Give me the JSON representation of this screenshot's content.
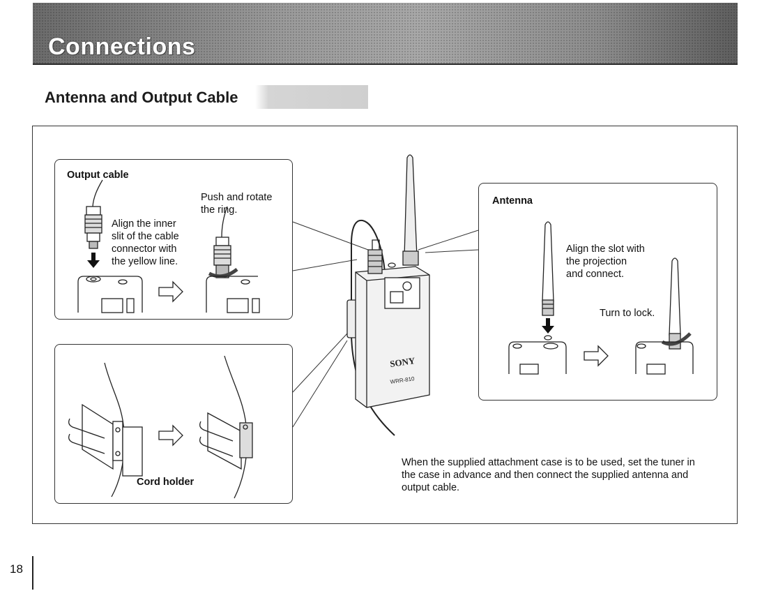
{
  "header": {
    "title": "Connections"
  },
  "section": {
    "title": "Antenna and Output Cable"
  },
  "output_panel": {
    "heading": "Output cable",
    "step1": [
      "Align the inner",
      "slit of the cable",
      "connector with",
      "the yellow line."
    ],
    "step2": [
      "Push and rotate",
      "the ring."
    ]
  },
  "cord_panel": {
    "label": "Cord holder"
  },
  "antenna_panel": {
    "heading": "Antenna",
    "step1": [
      "Align the slot with",
      "the projection",
      "and connect."
    ],
    "step2": "Turn to lock."
  },
  "device": {
    "brand": "SONY",
    "model": "WRR-810"
  },
  "note": [
    "When the supplied attachment case is to be used, set the tuner in",
    "the case in advance and then connect the supplied antenna and",
    "output cable."
  ],
  "footer": {
    "page_number": "18"
  }
}
